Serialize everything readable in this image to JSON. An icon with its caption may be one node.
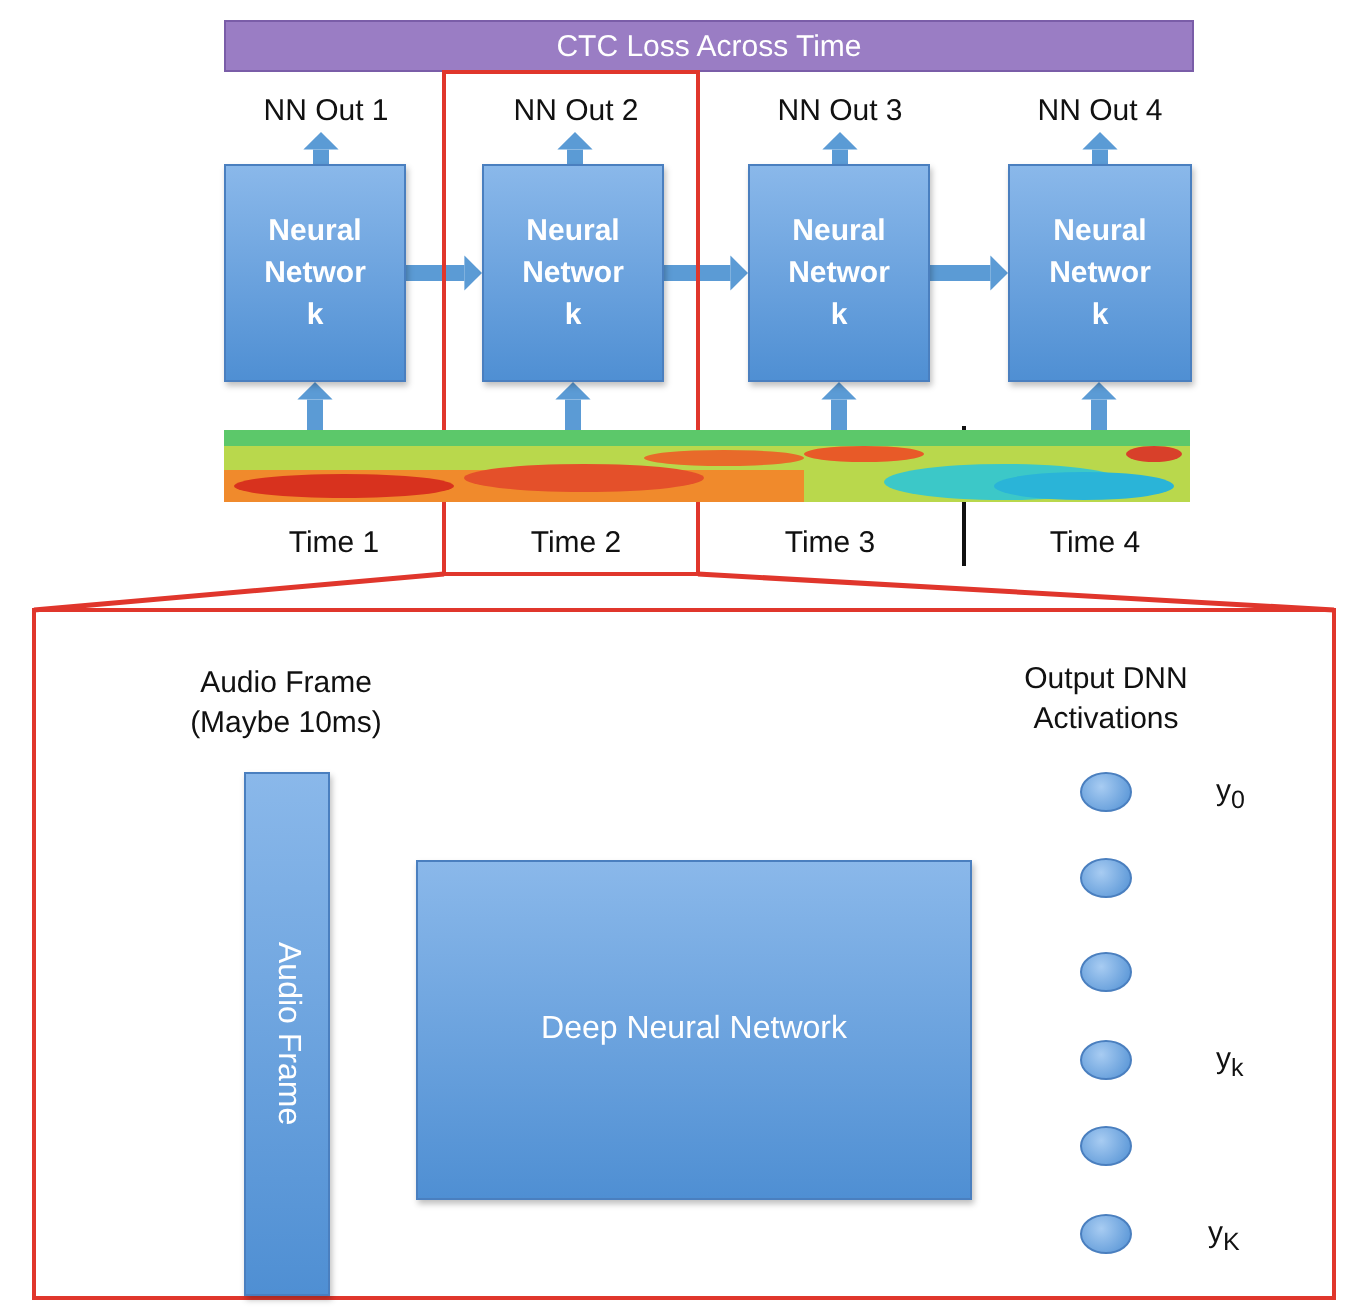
{
  "diagram": {
    "nodes": [
      {
        "text": [
          "CTC Loss Across Time"
        ]
      },
      {
        "text": [],
        "shape": "box"
      },
      {
        "text": [
          "NN Out 1"
        ]
      },
      {
        "text": [
          "NN Out 2"
        ],
        "in": 1
      },
      {
        "text": [
          "NN Out 3"
        ]
      },
      {
        "text": [
          "NN Out 4"
        ]
      },
      {
        "text": [
          "Neural Networ k"
        ]
      },
      {
        "text": [
          "Neural Networ k"
        ],
        "in": 1
      },
      {
        "text": [
          "Neural Networ k"
        ]
      },
      {
        "text": [
          "Neural Networ k"
        ]
      },
      {
        "text": [],
        "shape": "picture"
      },
      {
        "text": [],
        "shape": "box"
      },
      {
        "text": [
          "Audio Frame (Maybe 10ms)",
          "Audio Frame"
        ],
        "in": 11
      },
      {
        "text": [
          "Deep Neural Network"
        ],
        "in": 11
      },
      {
        "text": [],
        "shape": "circle",
        "in": 11,
        "beside": [
          "y$_{0}$"
        ]
      },
      {
        "text": [],
        "shape": "circle",
        "in": 11
      },
      {
        "text": [],
        "shape": "circle",
        "in": 11
      },
      {
        "text": [],
        "shape": "circle",
        "in": 11,
        "beside": [
          "y$_{k}$"
        ]
      },
      {
        "text": [],
        "shape": "circle",
        "in": 11
      },
      {
        "text": [],
        "shape": "circle",
        "in": 11,
        "beside": [
          "y$_{K}$"
        ]
      }
    ],
    "edges": [
      {
        "from": 6,
        "to": 2,
        "arrow": "to"
      },
      {
        "from": 7,
        "to": 3,
        "arrow": "to"
      },
      {
        "from": 8,
        "to": 4,
        "arrow": "to"
      },
      {
        "from": 9,
        "to": 5,
        "arrow": "to"
      },
      {
        "from": 10,
        "to": 6,
        "arrow": "to"
      },
      {
        "from": 10,
        "to": 7,
        "arrow": "to"
      },
      {
        "from": 10,
        "to": 8,
        "arrow": "to"
      },
      {
        "from": 10,
        "to": 9,
        "arrow": "to"
      },
      {
        "from": 6,
        "to": 7,
        "arrow": "to"
      },
      {
        "from": 7,
        "to": 8,
        "arrow": "to"
      },
      {
        "from": 8,
        "to": 9,
        "arrow": "to"
      },
      {
        "from": 1,
        "to": 11,
        "arrow": "none",
        "color": "#e0362c"
      },
      {
        "from": 1,
        "to": 11,
        "arrow": "none",
        "color": "#e0362c"
      }
    ],
    "labels": [
      "Time 1",
      "Time 2",
      "Time 3",
      "Time 4",
      "Output DNN Activations"
    ]
  }
}
